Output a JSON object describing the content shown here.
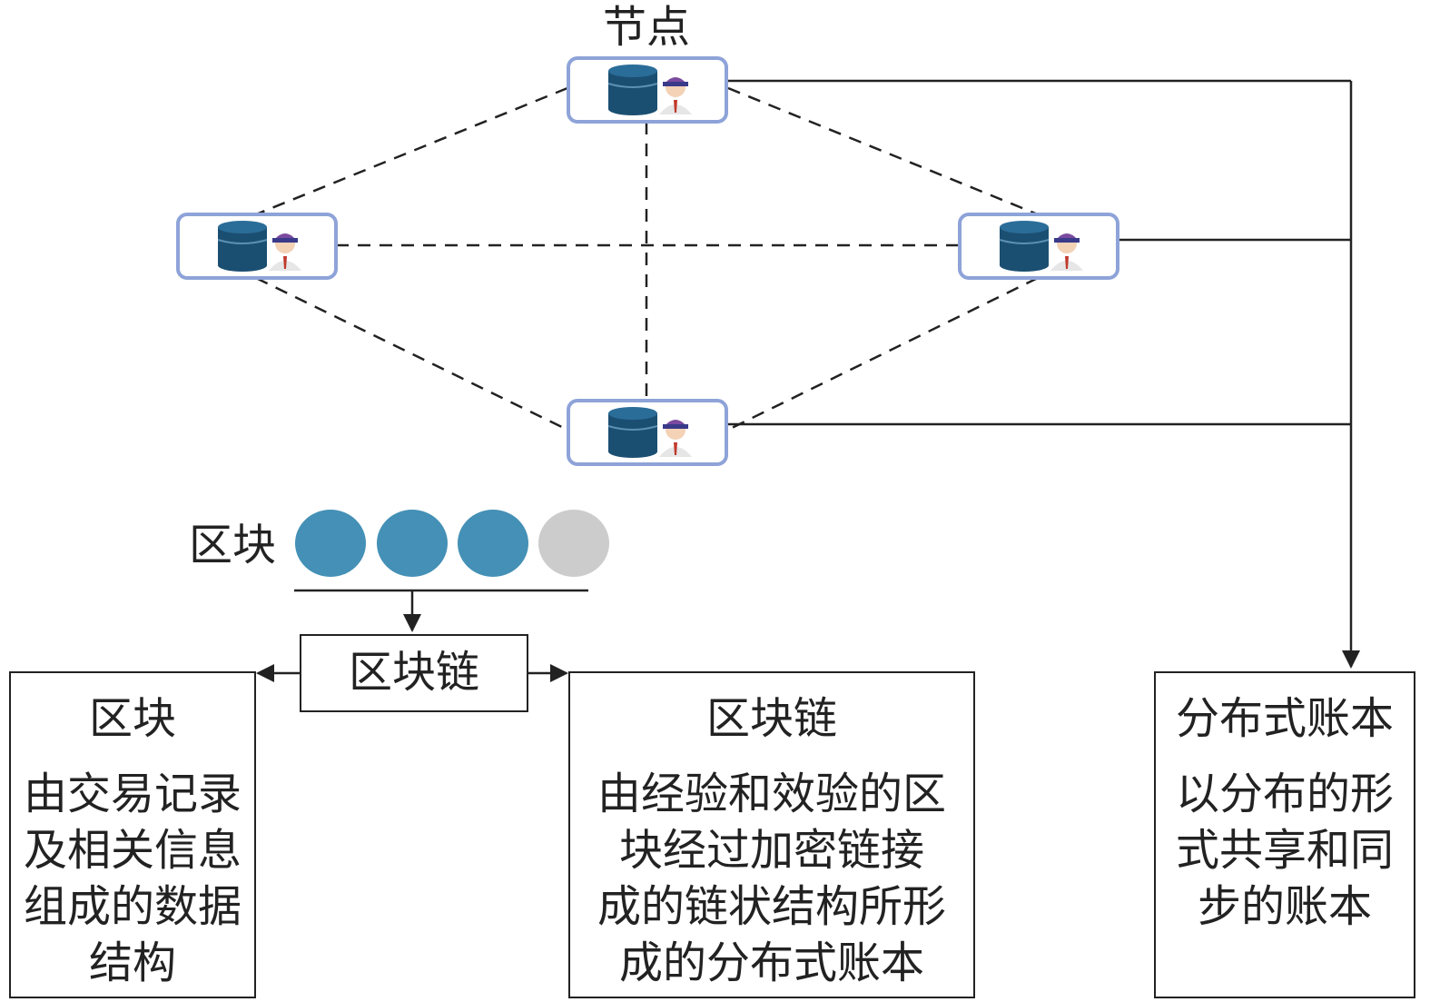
{
  "node_label": "节点",
  "block_label": "区块",
  "blockchain_box": "区块链",
  "left_box": {
    "title": "区块",
    "body": [
      "由交易记录",
      "及相关信息",
      "组成的数据",
      "结构"
    ]
  },
  "middle_box": {
    "title": "区块链",
    "body": [
      "由经验和效验的区",
      "块经过加密链接",
      "成的链状结构所形",
      "成的分布式账本"
    ]
  },
  "right_box": {
    "title": "分布式账本",
    "body": [
      "以分布的形",
      "式共享和同",
      "步的账本"
    ]
  },
  "colors": {
    "node_border": "#8ea3d8",
    "db_blue": "#1b4f72",
    "block_blue": "#4490b6",
    "block_gray": "#cccccc"
  },
  "icons": {
    "node": "database-user-icon",
    "block": "circle"
  }
}
